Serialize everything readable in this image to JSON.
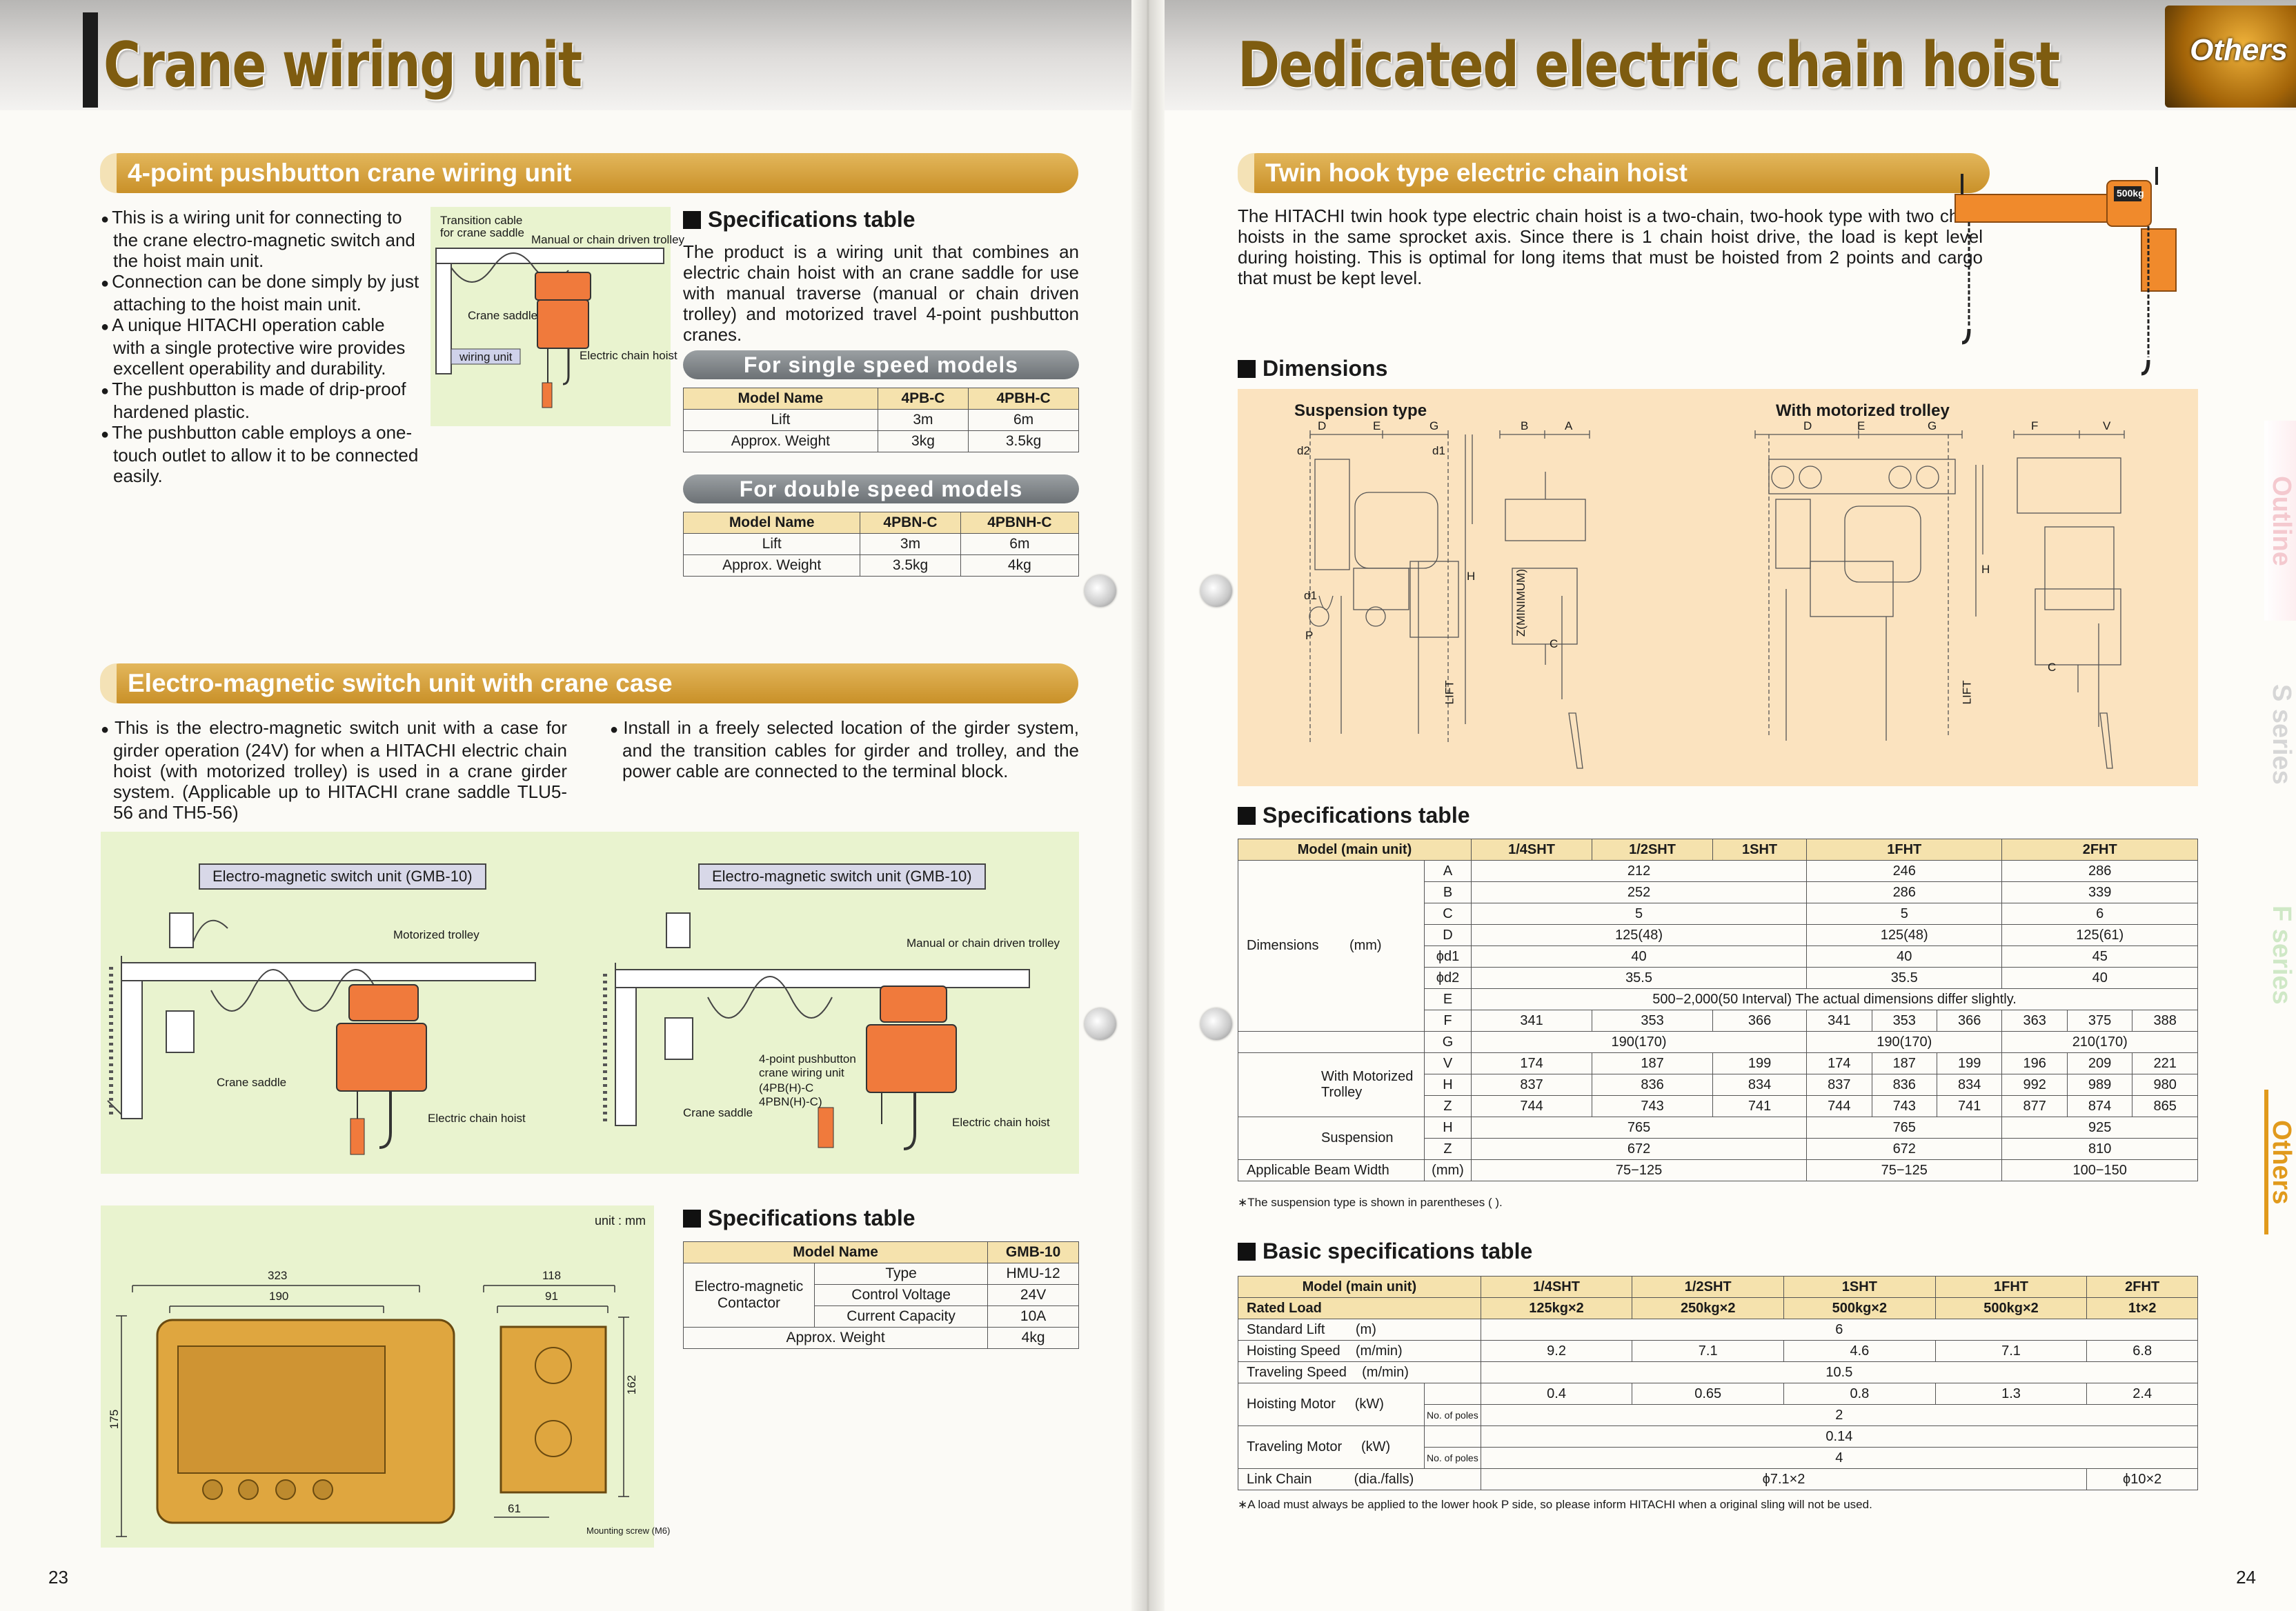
{
  "left": {
    "title": "Crane wiring unit",
    "page_number": "23",
    "section1": {
      "title": "4-point pushbutton crane wiring unit",
      "bullets": [
        "This is a wiring unit for connecting to the crane electro-magnetic switch and the hoist main unit.",
        "Connection can be done simply by just attaching to the hoist main unit.",
        "A unique HITACHI operation cable with a single protective wire provides excellent operability and durability.",
        "The pushbutton is made of drip-proof hardened plastic.",
        "The pushbutton cable employs a one-touch outlet to allow it to be connected easily."
      ],
      "diagram_labels": {
        "transition": "Transition cable",
        "transition2": "for crane saddle",
        "trolley": "Manual or chain driven trolley",
        "saddle": "Crane saddle",
        "wiring": "wiring unit",
        "hoist": "Electric chain hoist"
      },
      "spec_heading": "Specifications table",
      "spec_text": "The product is a wiring unit that combines an electric chain hoist with an crane saddle for use with manual traverse (manual or chain driven trolley) and motorized travel 4-point pushbutton cranes.",
      "single_label": "For single speed models",
      "single_table": {
        "headers": [
          "Model Name",
          "4PB-C",
          "4PBH-C"
        ],
        "rows": [
          [
            "Lift",
            "3m",
            "6m"
          ],
          [
            "Approx. Weight",
            "3kg",
            "3.5kg"
          ]
        ]
      },
      "double_label": "For double speed models",
      "double_table": {
        "headers": [
          "Model Name",
          "4PBN-C",
          "4PBNH-C"
        ],
        "rows": [
          [
            "Lift",
            "3m",
            "6m"
          ],
          [
            "Approx. Weight",
            "3.5kg",
            "4kg"
          ]
        ]
      }
    },
    "section2": {
      "title": "Electro-magnetic switch unit with crane case",
      "bullet_left": "This is the electro-magnetic switch unit with a case for girder operation (24V) for when a HITACHI electric chain hoist (with motorized trolley) is used in a crane girder system. (Applicable up to HITACHI crane saddle TLU5-56 and TH5-56)",
      "bullet_right": "Install in a freely selected location of the girder system, and the transition cables for girder and trolley, and the power cable are connected to the terminal block.",
      "diagram_a": {
        "box": "Electro-magnetic switch unit (GMB-10)",
        "trolley": "Motorized trolley",
        "saddle": "Crane saddle",
        "hoist": "Electric chain hoist"
      },
      "diagram_b": {
        "box": "Electro-magnetic switch unit (GMB-10)",
        "trolley": "Manual or chain driven trolley",
        "wiring1": "4-point pushbutton",
        "wiring2": "crane wiring unit",
        "wiring3": "(4PB(H)-C",
        "wiring4": " 4PBN(H)-C)",
        "saddle": "Crane saddle",
        "hoist": "Electric chain hoist"
      },
      "drawing": {
        "unit": "unit : mm",
        "w1": "323",
        "w2": "190",
        "h1": "175",
        "w3": "118",
        "w4": "91",
        "h2": "162",
        "w5": "61",
        "screw": "Mounting screw (M6)"
      },
      "spec_heading": "Specifications table",
      "table": {
        "model_label": "Model Name",
        "model_value": "GMB-10",
        "group": "Electro-magnetic Contactor",
        "rows": [
          [
            "Type",
            "HMU-12"
          ],
          [
            "Control Voltage",
            "24V"
          ],
          [
            "Current Capacity",
            "10A"
          ]
        ],
        "weight_label": "Approx. Weight",
        "weight_value": "4kg"
      }
    }
  },
  "right": {
    "title": "Dedicated electric chain hoist",
    "tab": "Others",
    "page_number": "24",
    "section": "Twin hook type electric chain hoist",
    "intro": "The HITACHI twin hook type electric chain hoist is a two-chain, two-hook type with two chain hoists in the same sprocket axis. Since there is 1 chain hoist drive, the load is kept level during hoisting. This is optimal for long items that must be hoisted from 2 points and cargo that must be kept level.",
    "hoist_badge": "500kg",
    "dimensions_heading": "Dimensions",
    "suspension_label": "Suspension type",
    "trolley_label": "With motorized trolley",
    "dim_letters": {
      "D": "D",
      "E": "E",
      "G": "G",
      "B": "B",
      "A": "A",
      "F": "F",
      "V": "V",
      "d1": "d1",
      "d2": "d2",
      "P": "P",
      "C": "C",
      "H": "H",
      "lift": "LIFT",
      "zmin": "Z(MINIMUM)"
    },
    "spec_heading": "Specifications table",
    "spec_table": {
      "model_label": "Model (main unit)",
      "models": [
        "1/4SHT",
        "1/2SHT",
        "1SHT",
        "1FHT",
        "2FHT"
      ],
      "dimensions_label": "Dimensions",
      "mm_label": "(mm)",
      "rows": {
        "A": {
          "a": "212",
          "b": "246",
          "c": "286"
        },
        "B": {
          "a": "252",
          "b": "286",
          "c": "339"
        },
        "C": {
          "a": "5",
          "b": "5",
          "c": "6"
        },
        "D": {
          "a": "125(48)",
          "b": "125(48)",
          "c": "125(61)"
        },
        "d1": {
          "label": "ϕd1",
          "a": "40",
          "b": "40",
          "c": "45"
        },
        "d2": {
          "label": "ϕd2",
          "a": "35.5",
          "b": "35.5",
          "c": "40"
        },
        "E": {
          "text": "500−2,000(50 Interval)  The actual dimensions differ slightly."
        },
        "F": {
          "v": [
            "341",
            "353",
            "366",
            "341",
            "353",
            "366",
            "363",
            "375",
            "388"
          ]
        },
        "G": {
          "a": "190(170)",
          "b": "190(170)",
          "c": "210(170)"
        },
        "V": {
          "v": [
            "174",
            "187",
            "199",
            "174",
            "187",
            "199",
            "196",
            "209",
            "221"
          ]
        },
        "WH": {
          "v": [
            "837",
            "836",
            "834",
            "837",
            "836",
            "834",
            "992",
            "989",
            "980"
          ]
        },
        "WZ": {
          "v": [
            "744",
            "743",
            "741",
            "744",
            "743",
            "741",
            "877",
            "874",
            "865"
          ]
        },
        "SH": {
          "a": "765",
          "b": "765",
          "c": "925"
        },
        "SZ": {
          "a": "672",
          "b": "672",
          "c": "810"
        }
      },
      "trolley_label": "With Motorized Trolley",
      "suspension_label": "Suspension",
      "beam_label": "Applicable Beam Width",
      "beam": {
        "a": "75−125",
        "b": "75−125",
        "c": "100−150"
      },
      "note": "∗The suspension type is shown in parentheses ( )."
    },
    "basic_heading": "Basic specifications table",
    "basic_table": {
      "model_label": "Model (main unit)",
      "models": [
        "1/4SHT",
        "1/2SHT",
        "1SHT",
        "1FHT",
        "2FHT"
      ],
      "rated_label": "Rated Load",
      "rated": [
        "125kg×2",
        "250kg×2",
        "500kg×2",
        "500kg×2",
        "1t×2"
      ],
      "lift_label": "Standard Lift",
      "lift_unit": "(m)",
      "lift": "6",
      "hoist_label": "Hoisting Speed",
      "hoist_unit": "(m/min)",
      "hoist_speed": [
        "9.2",
        "7.1",
        "4.6",
        "7.1",
        "6.8"
      ],
      "travel_label": "Traveling Speed",
      "travel_unit": "(m/min)",
      "travel_speed": "10.5",
      "hmotor_label": "Hoisting Motor",
      "kw": "(kW)",
      "hmotor": [
        "0.4",
        "0.65",
        "0.8",
        "1.3",
        "2.4"
      ],
      "poles": "No. of poles",
      "hpoles": "2",
      "tmotor_label": "Traveling Motor",
      "tmotor": "0.14",
      "tpoles": "4",
      "chain_label": "Link Chain",
      "chain_unit": "(dia./falls)",
      "chain_a": "ϕ7.1×2",
      "chain_b": "ϕ10×2",
      "note": "∗A load must always be applied to the lower hook P side, so please inform HITACHI when a original sling will not be used."
    },
    "side_tabs": [
      "Outline",
      "S series",
      "F series",
      "Others"
    ]
  }
}
